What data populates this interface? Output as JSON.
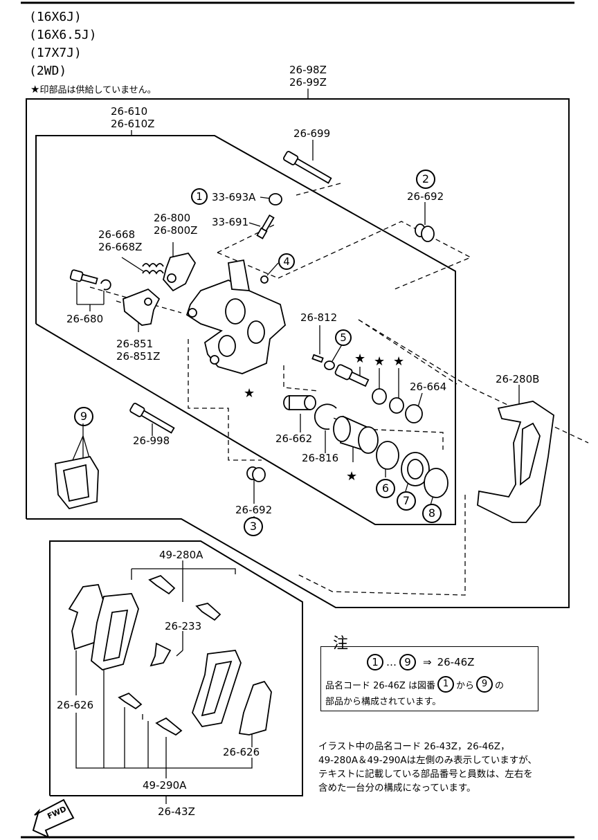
{
  "specs": [
    "(16X6J)",
    "(16X6.5J)",
    "(17X7J)",
    "(2WD)"
  ],
  "star_note": "印部品は供給していません。",
  "star_symbol": "★",
  "parts": {
    "p26_98z": "26-98Z",
    "p26_99z": "26-99Z",
    "p26_610": "26-610",
    "p26_610z": "26-610Z",
    "p26_699": "26-699",
    "p33_693a": "33-693A",
    "p33_691": "33-691",
    "p26_692_top": "26-692",
    "p26_800": "26-800",
    "p26_800z": "26-800Z",
    "p26_668": "26-668",
    "p26_668z": "26-668Z",
    "p26_680": "26-680",
    "p26_851": "26-851",
    "p26_851z": "26-851Z",
    "p26_812": "26-812",
    "p26_664": "26-664",
    "p26_280b": "26-280B",
    "p26_998": "26-998",
    "p26_662": "26-662",
    "p26_816": "26-816",
    "p26_692_bottom": "26-692",
    "p49_280a": "49-280A",
    "p26_233": "26-233",
    "p26_626_left": "26-626",
    "p26_626_right": "26-626",
    "p49_290a": "49-290A",
    "p26_43z": "26-43Z"
  },
  "callouts": {
    "c1": "1",
    "c2": "2",
    "c3": "3",
    "c4": "4",
    "c5": "5",
    "c6": "6",
    "c7": "7",
    "c8": "8",
    "c9": "9"
  },
  "note": {
    "heading": "注",
    "range_start": "1",
    "ellipsis": "…",
    "range_end": "9",
    "arrow": "⇒",
    "target": "26-46Z",
    "line2_a": "品名コード  26-46Z  は図番",
    "line2_from": "1",
    "line2_b": "から",
    "line2_to": "9",
    "line2_c": "の",
    "line3": "部品から構成されています。"
  },
  "footnote": [
    "イラスト中の品名コード  26-43Z，26-46Z，",
    "49-280A＆49-290Aは左側のみ表示していますが、",
    "テキストに記載している部品番号と員数は、左右を",
    "含めた一台分の構成になっています。"
  ],
  "fwd": "FWD"
}
